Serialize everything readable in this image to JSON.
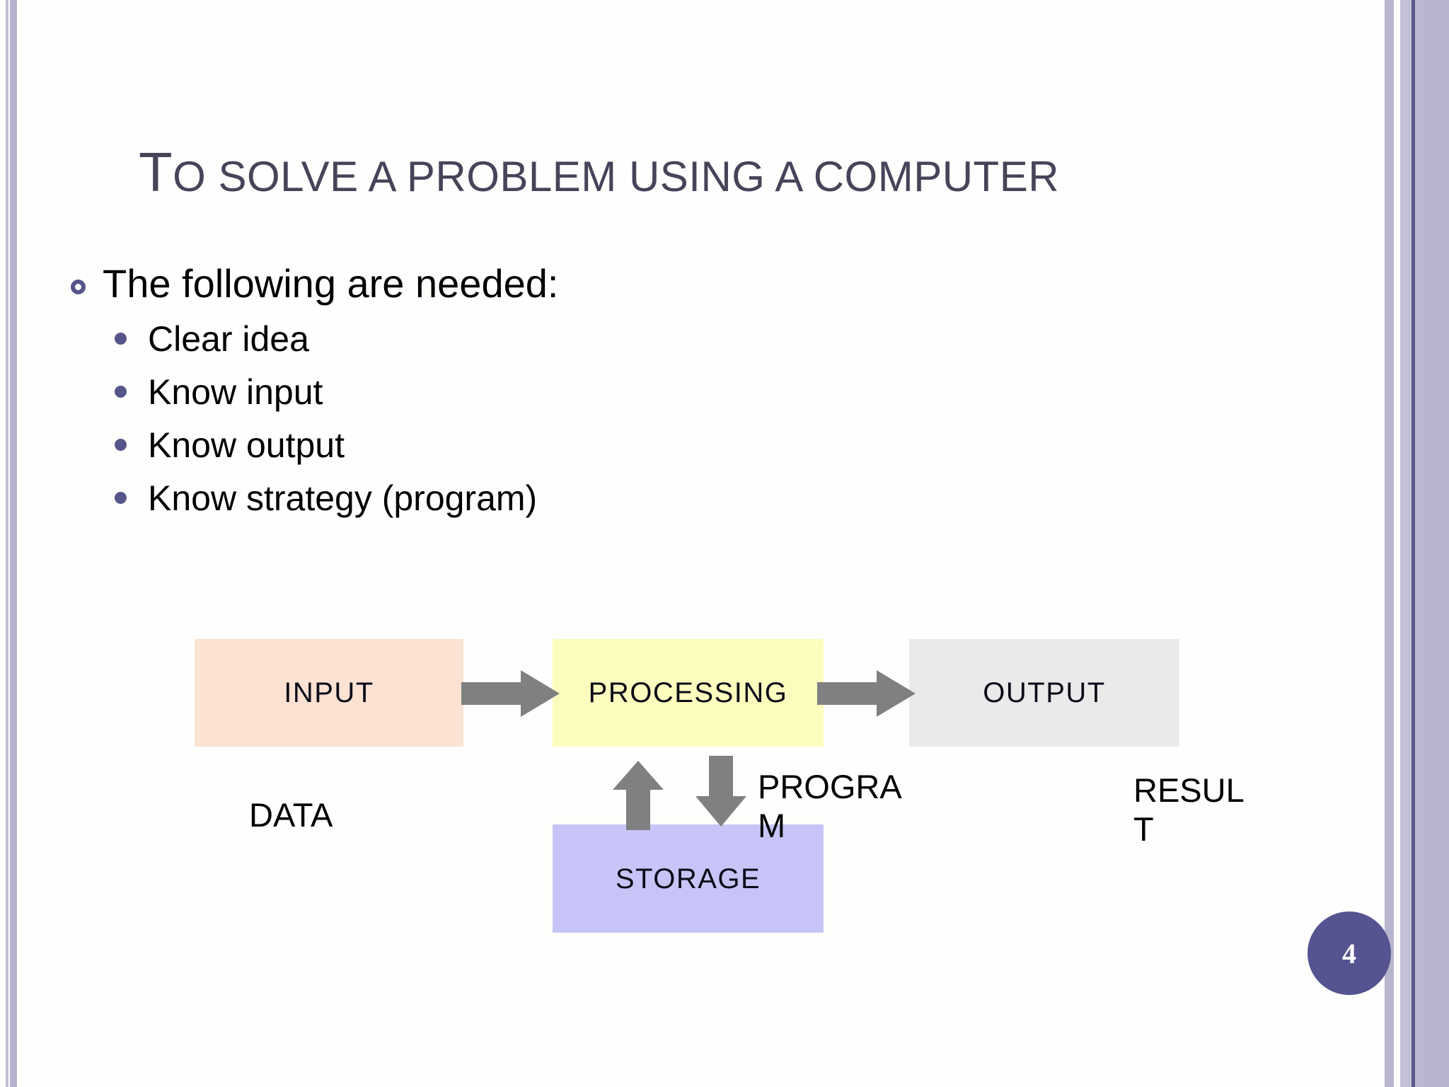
{
  "slide": {
    "title_first_letter": "T",
    "title_rest": "O SOLVE A PROBLEM USING A COMPUTER",
    "page_number": "4",
    "accent_color": "#56558A",
    "title_color": "#454459",
    "background_color": "#FEFEFC",
    "border_stripe_color": "#B5B3CC",
    "border_accent_line_color": "#5B588E"
  },
  "content": {
    "lead_bullet": "The following are needed:",
    "sub_bullets": [
      {
        "label": "Clear idea"
      },
      {
        "label": "Know input"
      },
      {
        "label": "Know output"
      },
      {
        "label": "Know strategy (program)"
      }
    ]
  },
  "diagram": {
    "type": "flow",
    "boxes": [
      {
        "id": "input",
        "label": "INPUT",
        "color": "#FBE2D2"
      },
      {
        "id": "processing",
        "label": "PROCESSING",
        "color": "#FCFCBE"
      },
      {
        "id": "output",
        "label": "OUTPUT",
        "color": "#EAEAEA"
      },
      {
        "id": "storage",
        "label": "STORAGE",
        "color": "#C7C5F7"
      }
    ],
    "arrows": [
      {
        "id": "input-to-processing",
        "direction": "right",
        "color": "#808080"
      },
      {
        "id": "processing-to-output",
        "direction": "right",
        "color": "#808080"
      },
      {
        "id": "storage-to-processing",
        "direction": "up",
        "color": "#808080"
      },
      {
        "id": "processing-to-storage",
        "direction": "down",
        "color": "#808080"
      }
    ],
    "callouts": [
      {
        "id": "data",
        "label": "DATA"
      },
      {
        "id": "program",
        "label": "PROGRA\nM"
      },
      {
        "id": "result",
        "label": "RESUL\nT"
      }
    ]
  }
}
